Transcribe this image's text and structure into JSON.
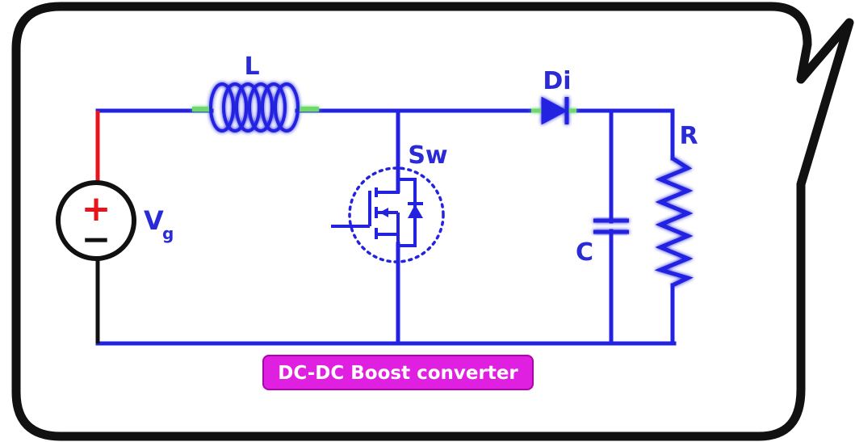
{
  "diagram": {
    "caption": "DC-DC Boost converter",
    "labels": {
      "inductor": "L",
      "diode": "Di",
      "switch": "Sw",
      "resistor": "R",
      "capacitor": "C",
      "source_main": "V",
      "source_sub": "g",
      "plus": "+",
      "minus": "−"
    },
    "colors": {
      "wire": "#2222e0",
      "positive_wire": "#e8141b",
      "negative_wire": "#111111",
      "label": "#2b2bd6",
      "caption_bg": "#e020e0",
      "coil_glow": "#6fd66f"
    }
  }
}
